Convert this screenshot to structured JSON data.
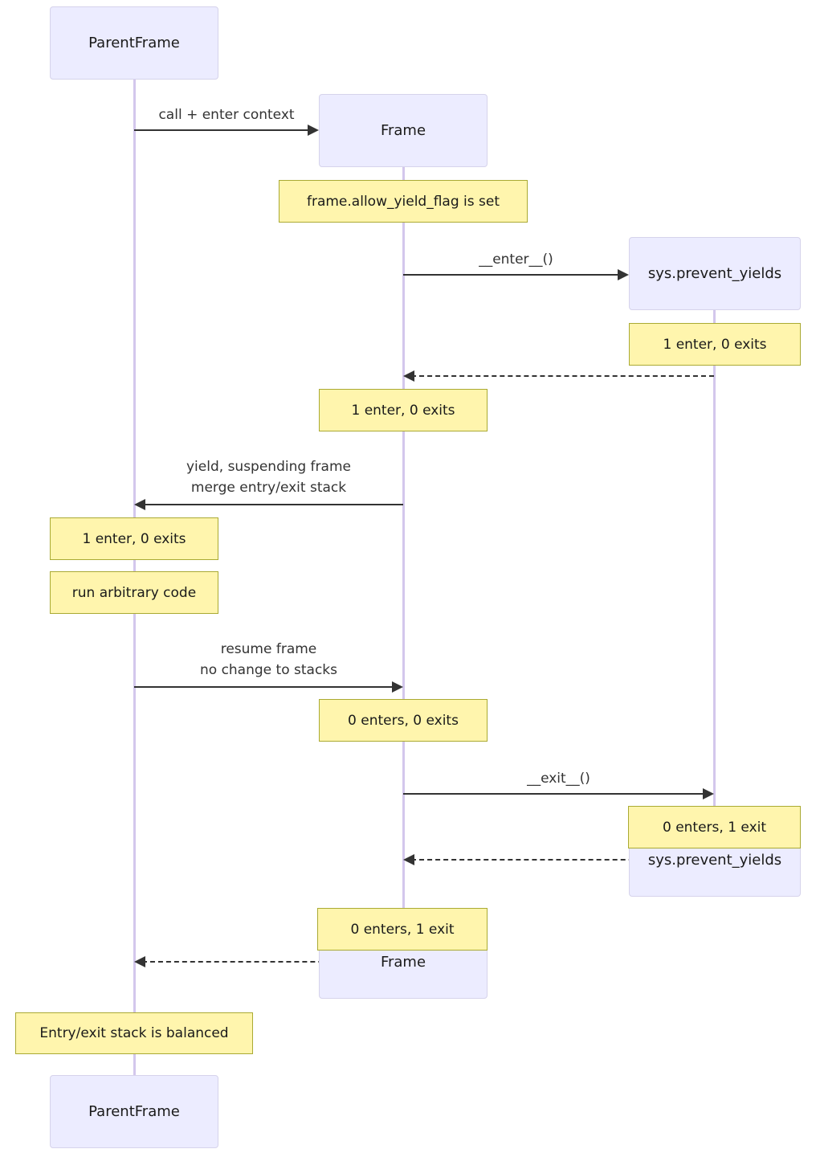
{
  "diagram_type": "sequence-diagram",
  "participants": [
    {
      "id": "parentframe",
      "label": "ParentFrame"
    },
    {
      "id": "frame",
      "label": "Frame"
    },
    {
      "id": "sys_prevent_yields",
      "label": "sys.prevent_yields"
    }
  ],
  "messages": [
    {
      "from": "ParentFrame",
      "to": "Frame",
      "style": "solid",
      "label_lines": [
        "call + enter context"
      ]
    },
    {
      "from": "Frame",
      "to": "sys.prevent_yields",
      "style": "solid",
      "label_lines": [
        "__enter__()"
      ]
    },
    {
      "from": "sys.prevent_yields",
      "to": "Frame",
      "style": "dashed",
      "label_lines": []
    },
    {
      "from": "Frame",
      "to": "ParentFrame",
      "style": "solid",
      "label_lines": [
        "yield, suspending frame",
        "merge entry/exit stack"
      ]
    },
    {
      "from": "ParentFrame",
      "to": "Frame",
      "style": "solid",
      "label_lines": [
        "resume frame",
        "no change to stacks"
      ]
    },
    {
      "from": "Frame",
      "to": "sys.prevent_yields",
      "style": "solid",
      "label_lines": [
        "__exit__()"
      ]
    },
    {
      "from": "sys.prevent_yields",
      "to": "Frame",
      "style": "dashed",
      "label_lines": []
    },
    {
      "from": "Frame",
      "to": "ParentFrame",
      "style": "dashed",
      "label_lines": []
    }
  ],
  "notes": [
    {
      "over": "Frame",
      "text": "frame.allow_yield_flag is set"
    },
    {
      "over": "sys.prevent_yields",
      "text": "1 enter, 0 exits"
    },
    {
      "over": "Frame",
      "text": "1 enter, 0 exits"
    },
    {
      "over": "ParentFrame",
      "text": "1 enter, 0 exits"
    },
    {
      "over": "ParentFrame",
      "text": "run arbitrary code"
    },
    {
      "over": "Frame",
      "text": "0 enters, 0 exits"
    },
    {
      "over": "sys.prevent_yields",
      "text": "0 enters, 1 exit"
    },
    {
      "over": "Frame",
      "text": "0 enters, 1 exit"
    },
    {
      "over": "ParentFrame",
      "text": "Entry/exit stack is balanced"
    }
  ],
  "colors": {
    "actor_fill": "#ECECFF",
    "actor_border": "#d6d3eb",
    "note_fill": "#FFF5AD",
    "note_border": "#AAAA33",
    "lifeline": "#d3c7ec",
    "arrow": "#333333",
    "message_text": "#333333",
    "background": "#ffffff"
  }
}
